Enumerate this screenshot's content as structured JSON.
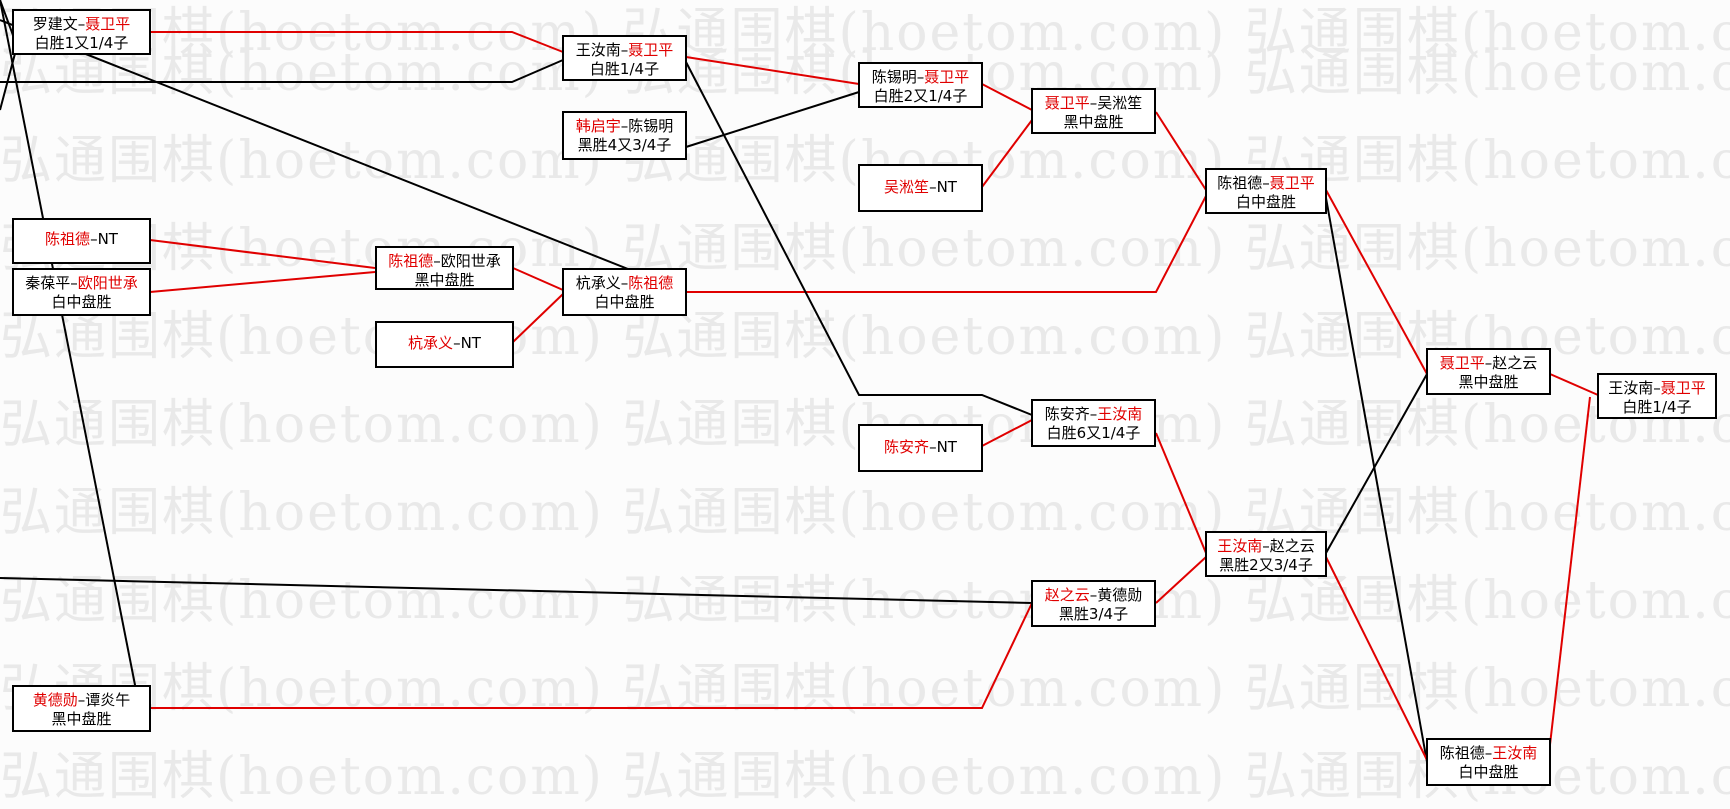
{
  "watermark_text": "弘通围棋(hoetom.com) 弘通围棋(hoetom.com) 弘通围棋(hoetom.com)",
  "colors": {
    "winner": "#e00000",
    "loser": "#000000",
    "watermark": "#e9e9e9"
  },
  "matches": [
    {
      "id": "m1",
      "players": [
        {
          "name": "罗建文",
          "win": false
        },
        {
          "name": "聂卫平",
          "win": true
        }
      ],
      "result": "白胜1又1/4子"
    },
    {
      "id": "m2",
      "players": [
        {
          "name": "王汝南",
          "win": false
        },
        {
          "name": "聂卫平",
          "win": true
        }
      ],
      "result": "白胜1/4子"
    },
    {
      "id": "m3",
      "players": [
        {
          "name": "陈锡明",
          "win": false
        },
        {
          "name": "聂卫平",
          "win": true
        }
      ],
      "result": "白胜2又1/4子"
    },
    {
      "id": "m4",
      "players": [
        {
          "name": "韩启宇",
          "win": true
        },
        {
          "name": "陈锡明",
          "win": false
        }
      ],
      "result": "黑胜4又3/4子"
    },
    {
      "id": "m5",
      "players": [
        {
          "name": "聂卫平",
          "win": true
        },
        {
          "name": "吴淞笙",
          "win": false
        }
      ],
      "result": "黑中盘胜"
    },
    {
      "id": "m6",
      "players": [
        {
          "name": "吴淞笙",
          "win": true
        },
        {
          "name": "NT",
          "win": false
        }
      ],
      "result": ""
    },
    {
      "id": "m7",
      "players": [
        {
          "name": "陈祖德",
          "win": true
        },
        {
          "name": "NT",
          "win": false
        }
      ],
      "result": ""
    },
    {
      "id": "m8",
      "players": [
        {
          "name": "秦葆平",
          "win": false
        },
        {
          "name": "欧阳世承",
          "win": true
        }
      ],
      "result": "白中盘胜"
    },
    {
      "id": "m9",
      "players": [
        {
          "name": "陈祖德",
          "win": true
        },
        {
          "name": "欧阳世承",
          "win": false
        }
      ],
      "result": "黑中盘胜"
    },
    {
      "id": "m10",
      "players": [
        {
          "name": "杭承义",
          "win": true
        },
        {
          "name": "NT",
          "win": false
        }
      ],
      "result": ""
    },
    {
      "id": "m11",
      "players": [
        {
          "name": "杭承义",
          "win": false
        },
        {
          "name": "陈祖德",
          "win": true
        }
      ],
      "result": "白中盘胜"
    },
    {
      "id": "m12",
      "players": [
        {
          "name": "陈祖德",
          "win": false
        },
        {
          "name": "聂卫平",
          "win": true
        }
      ],
      "result": "白中盘胜"
    },
    {
      "id": "m13",
      "players": [
        {
          "name": "陈安齐",
          "win": false
        },
        {
          "name": "王汝南",
          "win": true
        }
      ],
      "result": "白胜6又1/4子"
    },
    {
      "id": "m14",
      "players": [
        {
          "name": "陈安齐",
          "win": true
        },
        {
          "name": "NT",
          "win": false
        }
      ],
      "result": ""
    },
    {
      "id": "m15",
      "players": [
        {
          "name": "聂卫平",
          "win": true
        },
        {
          "name": "赵之云",
          "win": false
        }
      ],
      "result": "黑中盘胜"
    },
    {
      "id": "m16",
      "players": [
        {
          "name": "王汝南",
          "win": false
        },
        {
          "name": "聂卫平",
          "win": true
        }
      ],
      "result": "白胜1/4子"
    },
    {
      "id": "m17",
      "players": [
        {
          "name": "王汝南",
          "win": true
        },
        {
          "name": "赵之云",
          "win": false
        }
      ],
      "result": "黑胜2又3/4子"
    },
    {
      "id": "m18",
      "players": [
        {
          "name": "赵之云",
          "win": true
        },
        {
          "name": "黄德勋",
          "win": false
        }
      ],
      "result": "黑胜3/4子"
    },
    {
      "id": "m19",
      "players": [
        {
          "name": "黄德勋",
          "win": true
        },
        {
          "name": "谭炎午",
          "win": false
        }
      ],
      "result": "黑中盘胜"
    },
    {
      "id": "m20",
      "players": [
        {
          "name": "陈祖德",
          "win": false
        },
        {
          "name": "王汝南",
          "win": true
        }
      ],
      "result": "白中盘胜"
    }
  ]
}
